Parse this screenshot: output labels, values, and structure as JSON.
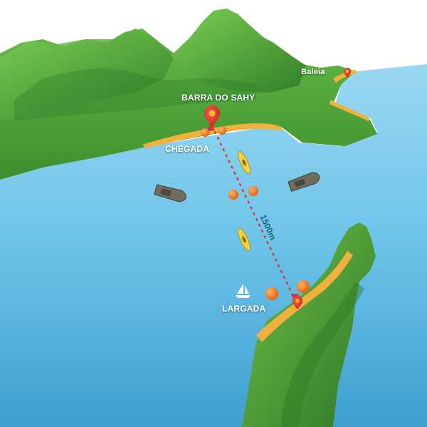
{
  "labels": {
    "finish_beach": "BARRA DO SAHY",
    "finish": "CHEGADA",
    "start": "LARGADA",
    "baleia": "Baleia",
    "distance": "1500m"
  },
  "colors": {
    "sea": "#6cc3e8",
    "sea_deep": "#3d97c9",
    "land": "#4fa83a",
    "land_dark": "#2f7a27",
    "sand": "#f2b13c",
    "marker": "#e2312d",
    "route": "#d9302b",
    "buoy": "#f07a1e"
  },
  "icons": {
    "finish_marker": "map-pin-icon",
    "start_marker": "map-pin-icon",
    "baleia_marker": "map-pin-icon",
    "start_sailboat": "sailboat-icon",
    "boats": "motorboat-icon",
    "kayaks": "kayak-icon",
    "buoys": "buoy-icon"
  }
}
